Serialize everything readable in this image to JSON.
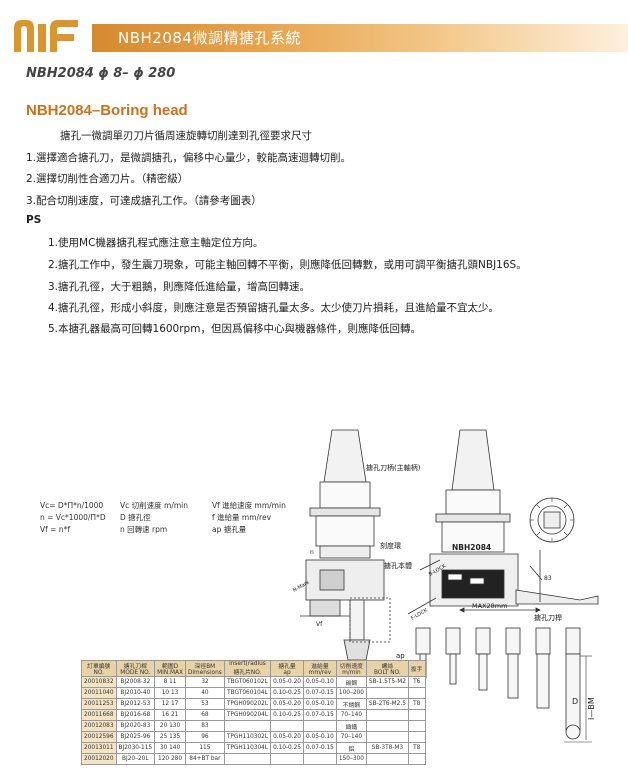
{
  "header": {
    "title": "NBH2084微調精搪孔系統",
    "brand_color": "#d68a2f"
  },
  "subtitle": "NBH2084 ϕ 8– ϕ 280",
  "product_title": "NBH2084–Boring head",
  "intro": "搪孔一微調單刃刀片循周速旋轉切削達到孔徑要求尺寸",
  "features": [
    "1.選擇適合搪孔刀，是微調搪孔，偏移中心量少，較能高速迴轉切削。",
    "2.選擇切削性合適刀片。（精密級）",
    "3.配合切削速度，可達成搪孔工作。（請參考圖表）"
  ],
  "ps_label": "PS",
  "ps_items": [
    "1.使用MC機器搪孔程式應注意主軸定位方向。",
    "2.搪孔工作中，發生震刀現象，可能主軸回轉不平衡，則應降低回轉數，或用可調平衡搪孔頭NBJ16S。",
    "3.搪孔孔徑，大于粗鵝，則應降低進給量，增高回轉速。",
    "4.搪孔孔徑，形成小斜度，則應注意是否預留搪孔量太多。太少使刀片損耗，且進給量不宜太少。",
    "5.本搪孔器最高可回轉1600rpm，但因爲偏移中心與機器條件，則應降低回轉。"
  ],
  "formulas": [
    [
      "Vc= D*Π*n/1000",
      "Vc 切削速度 m/min",
      "Vf 進給速度 mm/min"
    ],
    [
      "n = Vc*1000/Π*D",
      "D 搪孔徑",
      "f 進給量 mm/rev"
    ],
    [
      "Vf = n*f",
      "n 回轉速 rpm",
      "ap 搪孔量"
    ]
  ],
  "diagram_labels": {
    "shank": "搪孔刀柄(主軸柄)",
    "slider": "刻度環",
    "head_name": "NBH2084",
    "body": "搪孔本體",
    "max_label": "MAX28mm",
    "bars": "搪孔刀桿",
    "dim_ap": "ap",
    "dim_mm": "mm",
    "dim_d": "D",
    "dim_bm": "I—BM",
    "dim_83": "83",
    "n_mark": "n",
    "vf_mark": "Vf",
    "lock_left": "F-LOCK",
    "lock_right": "N-Mark",
    "lock_tag": "B-LOCK"
  },
  "table": {
    "headers": [
      [
        "訂單編號",
        "NO."
      ],
      [
        "搪孔刀桿",
        "MODE NO."
      ],
      [
        "範圍D",
        "MIN.MAX"
      ],
      [
        "深徑BM",
        "Dimensions"
      ],
      [
        "insert(radius",
        "搪孔片NO."
      ],
      [
        "搪孔量",
        "ap"
      ],
      [
        "進給量",
        "mm/rev"
      ],
      [
        "切削速度",
        "m/min"
      ],
      [
        "螺絲",
        "BOLT NO."
      ],
      [
        "扳手",
        ""
      ]
    ],
    "rows": [
      [
        "20010832",
        "BJ2008-32",
        "8  11",
        "32",
        "TBGT060102L",
        "0.05-0.20",
        "0.05-0.10",
        "碳鋼",
        "SB-1.5T5-M2",
        "T6"
      ],
      [
        "20011040",
        "BJ2010-40",
        "10  13",
        "40",
        "TBGT060104L",
        "0.10-0.25",
        "0.07-0.15",
        "100–200",
        "",
        ""
      ],
      [
        "20011253",
        "BJ2012-53",
        "12  17",
        "53",
        "TPGH090202L",
        "0.05-0.20",
        "0.05-0.10",
        "不銹鋼",
        "SB-2T6-M2.5",
        "T8"
      ],
      [
        "20011668",
        "BJ2016-68",
        "16  21",
        "68",
        "TPGH090204L",
        "0.10-0.25",
        "0.07-0.15",
        "70–140",
        "",
        ""
      ],
      [
        "20012083",
        "BJ2020-83",
        "20  130",
        "83",
        "",
        "",
        "",
        "鑄鐵",
        "",
        ""
      ],
      [
        "20012596",
        "BJ2025-96",
        "25  135",
        "96",
        "TPGH110302L",
        "0.05-0.20",
        "0.05-0.10",
        "70–140",
        "",
        ""
      ],
      [
        "20013011",
        "BJ2030-115",
        "30  140",
        "115",
        "TPGH110304L",
        "0.10-0.25",
        "0.07-0.15",
        "鋁",
        "SB-3T8-M3",
        "T8"
      ],
      [
        "20012020",
        "BJ20–20L",
        "120  280",
        "84+BT bar",
        "",
        "",
        "",
        "150–300",
        "",
        ""
      ]
    ]
  }
}
